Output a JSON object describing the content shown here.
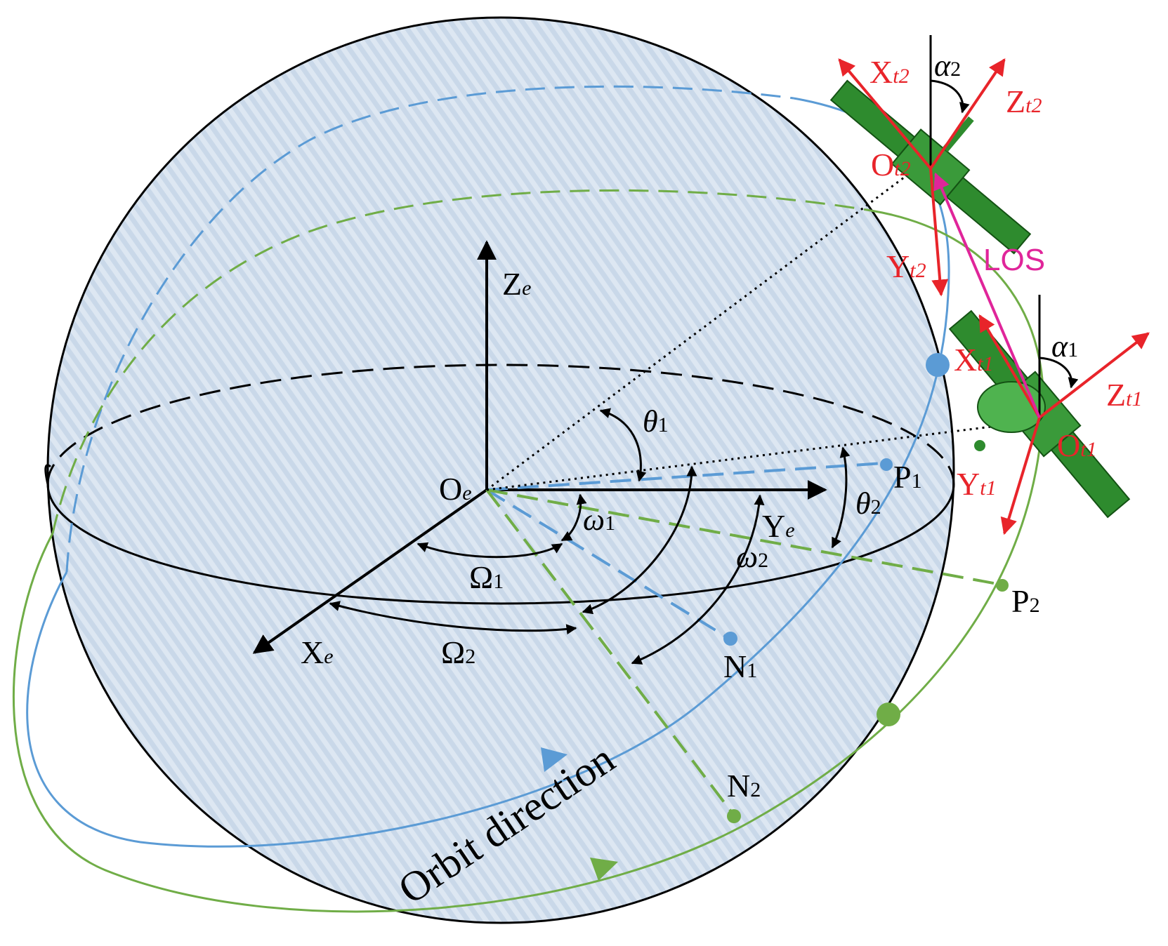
{
  "labels": {
    "ze": "Z",
    "ze_sub": "e",
    "ye": "Y",
    "ye_sub": "e",
    "xe": "X",
    "xe_sub": "e",
    "oe": "O",
    "oe_sub": "e",
    "theta1": "θ",
    "theta1_sub": "1",
    "theta2": "θ",
    "theta2_sub": "2",
    "omega1": "ω",
    "omega1_sub": "1",
    "omega2": "ω",
    "omega2_sub": "2",
    "Omega1": "Ω",
    "Omega1_sub": "1",
    "Omega2": "Ω",
    "Omega2_sub": "2",
    "p1": "P",
    "p1_sub": "1",
    "p2": "P",
    "p2_sub": "2",
    "n1": "N",
    "n1_sub": "1",
    "n2": "N",
    "n2_sub": "2",
    "los": "LOS",
    "orbit_direction": "Orbit direction",
    "xt2": "X",
    "xt2_sub": "t2",
    "zt2": "Z",
    "zt2_sub": "t2",
    "yt2": "Y",
    "yt2_sub": "t2",
    "ot2": "O",
    "ot2_sub": "t2",
    "alpha2": "α",
    "alpha2_sub": "2",
    "xt1": "X",
    "xt1_sub": "t1",
    "zt1": "Z",
    "zt1_sub": "t1",
    "yt1": "Y",
    "yt1_sub": "t1",
    "ot1": "O",
    "ot1_sub": "t1",
    "alpha1": "α",
    "alpha1_sub": "1"
  },
  "colors": {
    "sphere_fill": "#dbe6f2",
    "orbit1": "#5b9bd5",
    "orbit2": "#70ad47",
    "frame": "#e8242a",
    "los": "#e0259a",
    "satellite": "#2e8b2e"
  }
}
